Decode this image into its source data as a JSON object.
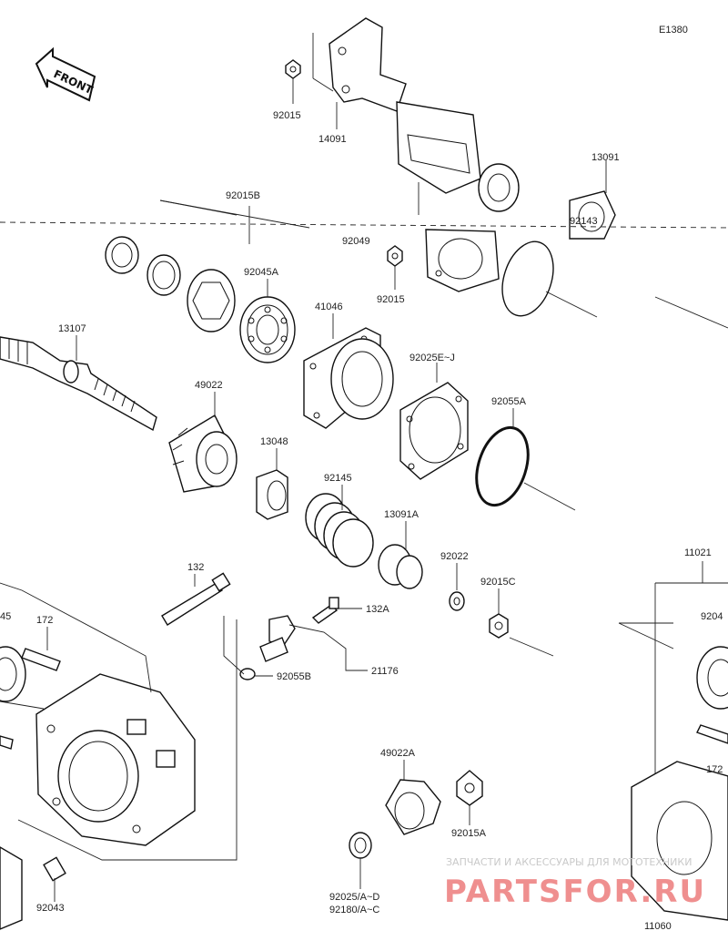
{
  "diagram_code": "E1380",
  "direction_label": "FRONT",
  "watermark": {
    "tagline": "ЗАПЧАСТИ И АКСЕССУАРЫ ДЛЯ МОТОТЕХНИКИ",
    "brand": "PARTSFOR.RU"
  },
  "labels": {
    "p92015_top": "92015",
    "p14091": "14091",
    "p13091": "13091",
    "p92015B": "92015B",
    "p92045A": "92045A",
    "p92015_mid": "92015",
    "p41046": "41046",
    "p13107": "13107",
    "p92025EJ": "92025E~J",
    "p49022": "49022",
    "p92055A": "92055A",
    "p13048": "13048",
    "p92145": "92145",
    "p13091A": "13091A",
    "p92022": "92022",
    "p92015C": "92015C",
    "p132": "132",
    "p132A": "132A",
    "p172": "172",
    "p92055B": "92055B",
    "p21176": "21176",
    "p11021": "11021",
    "p49022A": "49022A",
    "p92015A": "92015A",
    "p92043": "92043",
    "p92025AD": "92025/A~D",
    "p92180AC": "92180/A~C",
    "p11060": "11060",
    "cut_92204": "9204",
    "cut_172": "172",
    "cut_45": "45",
    "cut_92143": "92143",
    "cut_92049": "92049"
  }
}
